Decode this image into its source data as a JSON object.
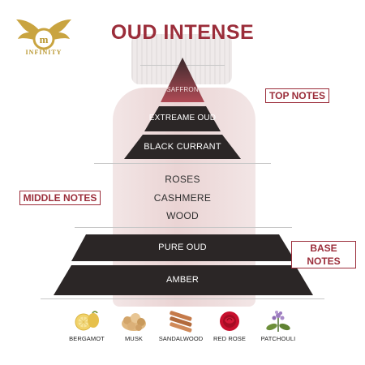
{
  "brand": {
    "name": "INFINITY",
    "monogram": "m"
  },
  "title": "OUD INTENSE",
  "pyramid": {
    "top": {
      "badge": "TOP NOTES",
      "notes": [
        "SAFFRON",
        "EXTREAME OUD",
        "BLACK CURRANT"
      ]
    },
    "middle": {
      "badge": "MIDDLE NOTES",
      "notes": [
        "ROSES",
        "CASHMERE",
        "WOOD"
      ]
    },
    "base": {
      "badge": "BASE NOTES",
      "notes": [
        "PURE OUD",
        "AMBER"
      ]
    }
  },
  "ingredients": [
    {
      "name": "BERGAMOT",
      "icon": "bergamot-icon"
    },
    {
      "name": "MUSK",
      "icon": "musk-icon"
    },
    {
      "name": "SANDALWOOD",
      "icon": "sandalwood-icon"
    },
    {
      "name": "RED ROSE",
      "icon": "red-rose-icon"
    },
    {
      "name": "PATCHOULI",
      "icon": "patchouli-icon"
    }
  ],
  "colors": {
    "accent": "#9b2d3a",
    "tier_dark": "#2b2626",
    "saffron_tip": "#b04a55",
    "logo_gold": "#c9a440"
  }
}
